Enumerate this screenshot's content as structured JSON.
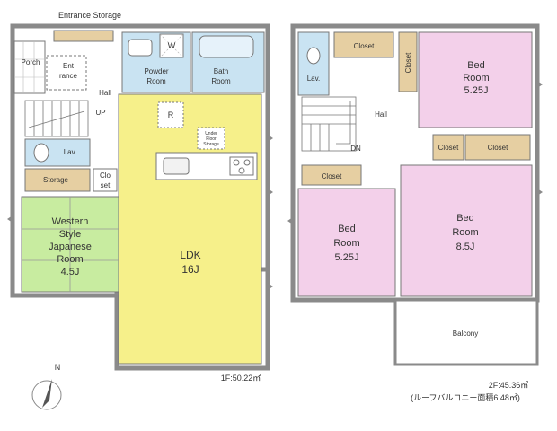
{
  "first_floor": {
    "entrance_storage": "Entrance Storage",
    "porch": "Porch",
    "entrance": [
      "Ent",
      "rance"
    ],
    "hall": "Hall",
    "up": "UP",
    "lav": "Lav.",
    "storage": "Storage",
    "closet": [
      "Clo",
      "set"
    ],
    "powder_room": [
      "Powder",
      "Room"
    ],
    "bath_room": [
      "Bath",
      "Room"
    ],
    "w_mark": "W",
    "r_mark": "R",
    "under_floor_storage": [
      "Under",
      "Floor",
      "Storage"
    ],
    "western_japanese_room": [
      "Western",
      "Style",
      "Japanese",
      "Room",
      "4.5J"
    ],
    "ldk": [
      "LDK",
      "16J"
    ],
    "area": "1F:50.22㎡"
  },
  "second_floor": {
    "closet": "Closet",
    "lav": "Lav.",
    "hall": "Hall",
    "dn": "DN",
    "bed_top_right": [
      "Bed",
      "Room",
      "5.25J"
    ],
    "bed_left": [
      "Bed",
      "Room",
      "5.25J"
    ],
    "bed_right": [
      "Bed",
      "Room",
      "8.5J"
    ],
    "balcony": "Balcony",
    "area": "2F:45.36㎡",
    "roof_balcony_note": "(ルーフバルコニー面積6.48㎡)"
  },
  "compass": {
    "label": "N"
  },
  "colors": {
    "wall": "#8a8a8a",
    "ldk": "#f6f08a",
    "japanese_room": "#c8eca0",
    "wet_area": "#c9e3f2",
    "storage": "#e6cfa2",
    "bedroom": "#f3d0ea",
    "floor_white": "#ffffff"
  }
}
